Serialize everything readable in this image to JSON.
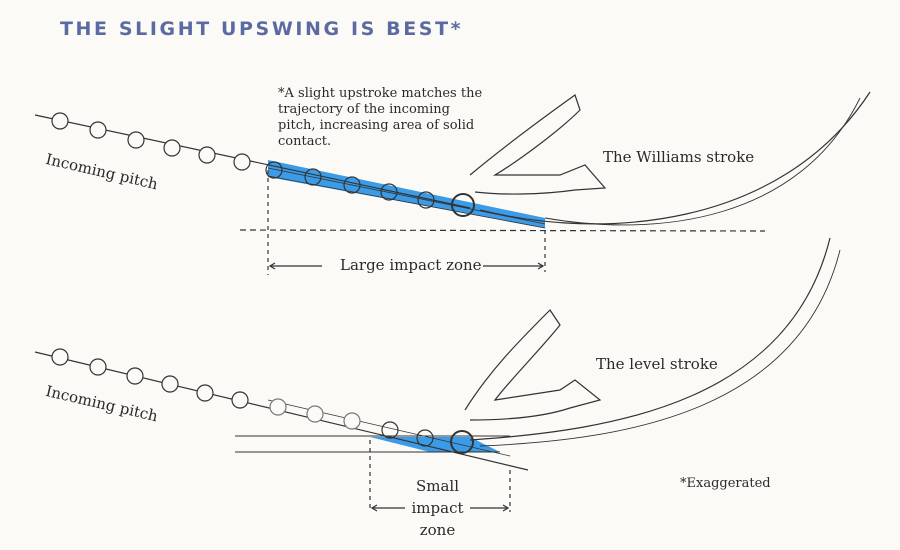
{
  "title": "THE SLIGHT UPSWING IS BEST*",
  "note": "*A slight upstroke matches the trajectory of the incoming pitch, increasing area of solid contact.",
  "top": {
    "incoming_label": "Incoming pitch",
    "stroke_label": "The Williams stroke",
    "zone_label": "Large impact zone"
  },
  "bottom": {
    "incoming_label": "Incoming pitch",
    "stroke_label": "The level stroke",
    "zone_label_1": "Small",
    "zone_label_2": "impact",
    "zone_label_3": "zone"
  },
  "footnote": "*Exaggerated",
  "colors": {
    "title": "#5c6aa3",
    "impact": "#3b9be6"
  }
}
